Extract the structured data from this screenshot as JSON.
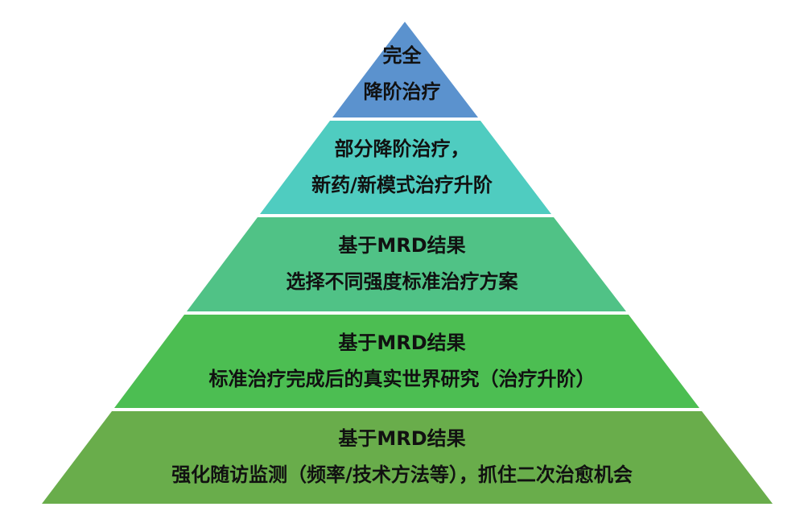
{
  "page": {
    "background_color": "#ffffff",
    "text_color": "#111111"
  },
  "pyramid": {
    "type": "pyramid-diagram",
    "tier_count": 5,
    "tiers": [
      {
        "level": 1,
        "color": "#5B92CE",
        "lines": [
          "完全",
          "降阶治疗"
        ]
      },
      {
        "level": 2,
        "color": "#4FCCC0",
        "lines": [
          "部分降阶治疗，",
          "新药/新模式治疗升阶"
        ]
      },
      {
        "level": 3,
        "color": "#50C286",
        "lines": [
          "基于MRD结果",
          "选择不同强度标准治疗方案"
        ]
      },
      {
        "level": 4,
        "color": "#4CBE52",
        "lines": [
          "基于MRD结果",
          "标准治疗完成后的真实世界研究（治疗升阶）"
        ]
      },
      {
        "level": 5,
        "color": "#69AD4B",
        "lines": [
          "基于MRD结果",
          "强化随访监测（频率/技术方法等），抓住二次治愈机会"
        ]
      }
    ]
  }
}
